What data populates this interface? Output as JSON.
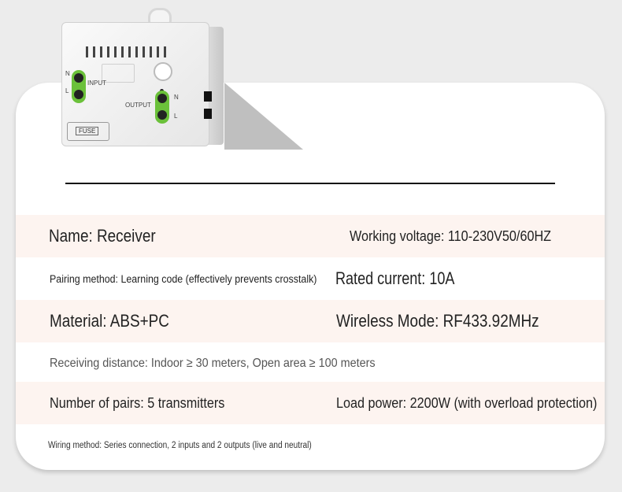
{
  "device": {
    "labels": {
      "input": "INPUT",
      "output": "OUTPUT",
      "n": "N",
      "l": "L",
      "fuse": "FUSE"
    }
  },
  "specs": {
    "name": "Name: Receiver",
    "working_voltage": "Working voltage: 110-230V50/60HZ",
    "pairing_method": "Pairing method: Learning code (effectively prevents crosstalk)",
    "rated_current": "Rated current: 10A",
    "material": "Material: ABS+PC",
    "wireless_mode": "Wireless Mode: RF433.92MHz",
    "receiving_distance": "Receiving distance: Indoor ≥ 30 meters, Open area ≥ 100 meters",
    "number_of_pairs": "Number of pairs: 5 transmitters",
    "load_power": "Load power: 2200W (with overload protection)",
    "wiring_method": "Wiring method: Series connection, 2 inputs and 2 outputs (live and neutral)"
  }
}
